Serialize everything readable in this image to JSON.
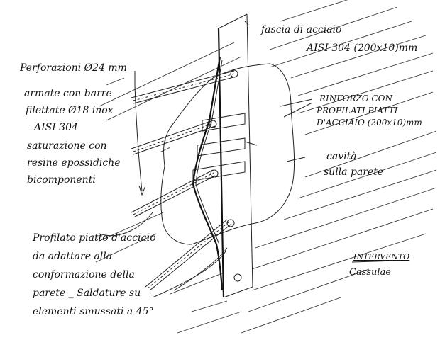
{
  "labels": {
    "fascia_line1": "fascia di acciaio",
    "fascia_line2": "AISI 304  (200x10)mm",
    "perforazioni": "Perforazioni Ø24 mm",
    "armature_line1": "armate con barre",
    "armature_line2": "filettate Ø18 inox",
    "armature_line3": "AISI 304",
    "saturazione_line1": "saturazione con",
    "saturazione_line2": "resine epossidiche",
    "saturazione_line3": "bicomponenti",
    "rinforzo_line1": "RINFORZO CON",
    "rinforzo_line2": "PROFILATI PIATTI",
    "rinforzo_line3": "D'ACCIAIO (200x10)mm",
    "cavita_line1": "cavità",
    "cavita_line2": "sulla parete",
    "profilato_line1": "Profilato piatto d'acciaio",
    "profilato_line2": "da adattare alla",
    "profilato_line3": "conformazione della",
    "profilato_line4": "parete _ Saldature su",
    "profilato_line5": "elementi smussati a 45°",
    "intervento_line1": "INTERVENTO",
    "intervento_line2": "Cassulae"
  }
}
